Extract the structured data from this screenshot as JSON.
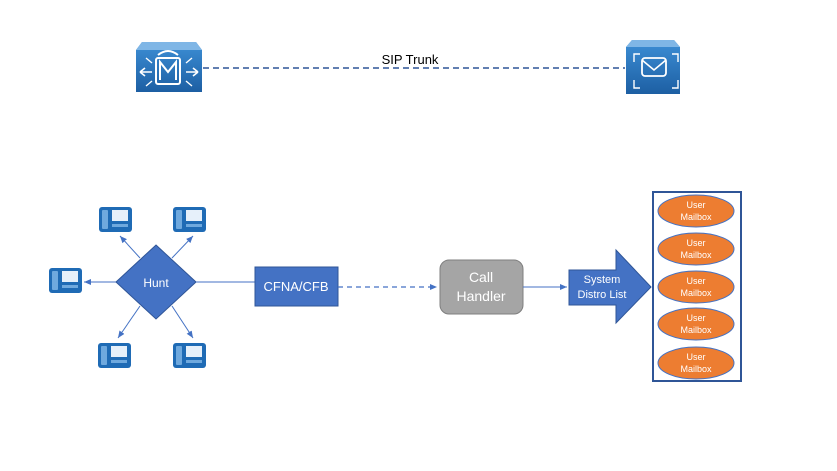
{
  "trunk": {
    "label": "SIP Trunk"
  },
  "nodes": {
    "cucm_icon": "call-manager-icon",
    "unity_icon": "voicemail-server-icon",
    "hunt": "Hunt",
    "cfna": "CFNA/CFB",
    "call_handler": [
      "Call",
      "Handler"
    ],
    "distro": [
      "System",
      "Distro List"
    ]
  },
  "phones": [
    "ip-phone-icon",
    "ip-phone-icon",
    "ip-phone-icon",
    "ip-phone-icon",
    "ip-phone-icon"
  ],
  "mailboxes": [
    {
      "line1": "User",
      "line2": "Mailbox"
    },
    {
      "line1": "User",
      "line2": "Mailbox"
    },
    {
      "line1": "User",
      "line2": "Mailbox"
    },
    {
      "line1": "User",
      "line2": "Mailbox"
    },
    {
      "line1": "User",
      "line2": "Mailbox"
    }
  ],
  "colors": {
    "blue": "#4472C4",
    "blue_dark": "#2F5597",
    "gray": "#A5A5A5",
    "orange": "#ED7D31",
    "icon_blue": "#1F6BB5"
  }
}
